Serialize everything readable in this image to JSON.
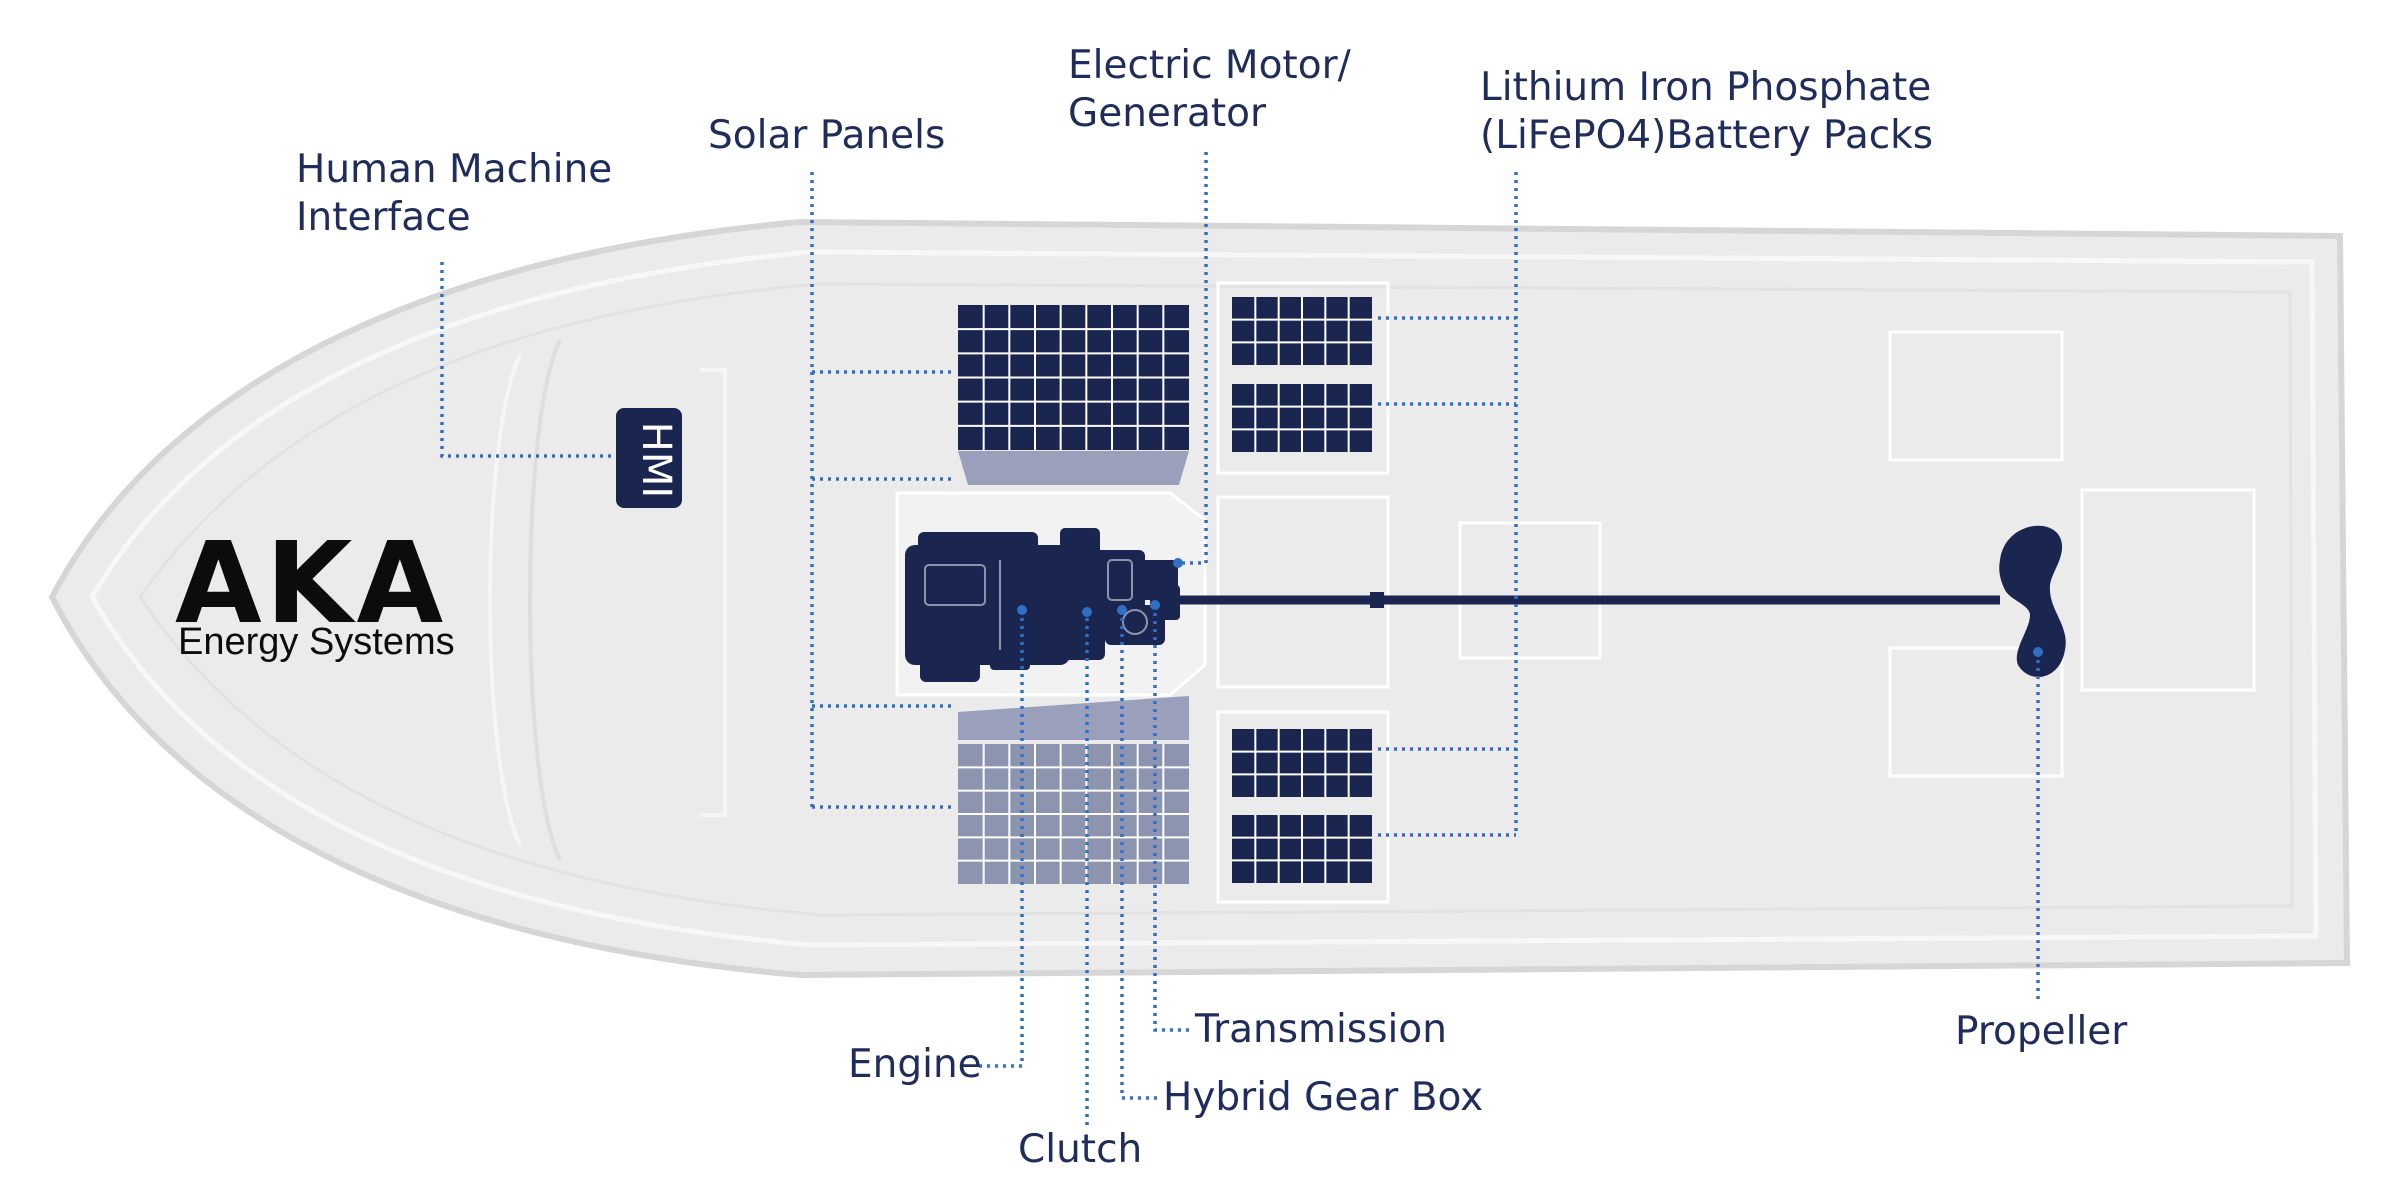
{
  "brand": {
    "name": "AKA",
    "subtitle": "Energy Systems"
  },
  "hmi_badge": "HMI",
  "labels": {
    "human_machine_interface": [
      "Human Machine",
      "Interface"
    ],
    "solar_panels": "Solar Panels",
    "electric_motor_generator": [
      "Electric Motor/",
      "Generator"
    ],
    "battery_packs": [
      "Lithium Iron Phosphate",
      "(LiFePO4)Battery Packs"
    ],
    "engine": "Engine",
    "clutch": "Clutch",
    "hybrid_gear_box": "Hybrid Gear Box",
    "transmission": "Transmission",
    "propeller": "Propeller"
  },
  "colors": {
    "navy": "#1b2650",
    "leader": "#2f6fc4",
    "hull": "#ebebeb",
    "hull_edge": "#dadada",
    "deck_outline": "#ffffff",
    "panel_light": "#8d94b0"
  }
}
